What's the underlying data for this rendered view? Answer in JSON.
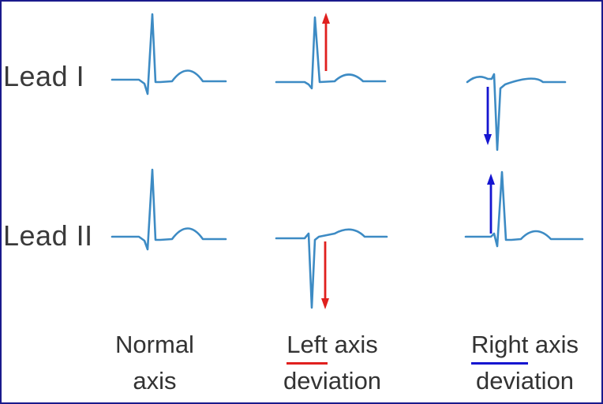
{
  "leads": {
    "lead_1": "Lead I",
    "lead_2": "Lead II"
  },
  "captions": {
    "normal": {
      "line1": "Normal",
      "line2": "axis"
    },
    "left": {
      "word": "Left",
      "rest": " axis",
      "line2": "deviation"
    },
    "right": {
      "word": "Right",
      "rest": " axis",
      "line2": "deviation"
    }
  },
  "colors": {
    "trace": "#3d8bc4",
    "left_arrow": "#e0201e",
    "right_arrow": "#1515d0",
    "left_underline": "#e0201e",
    "right_underline": "#1515d0",
    "border": "#1a1a8c"
  }
}
